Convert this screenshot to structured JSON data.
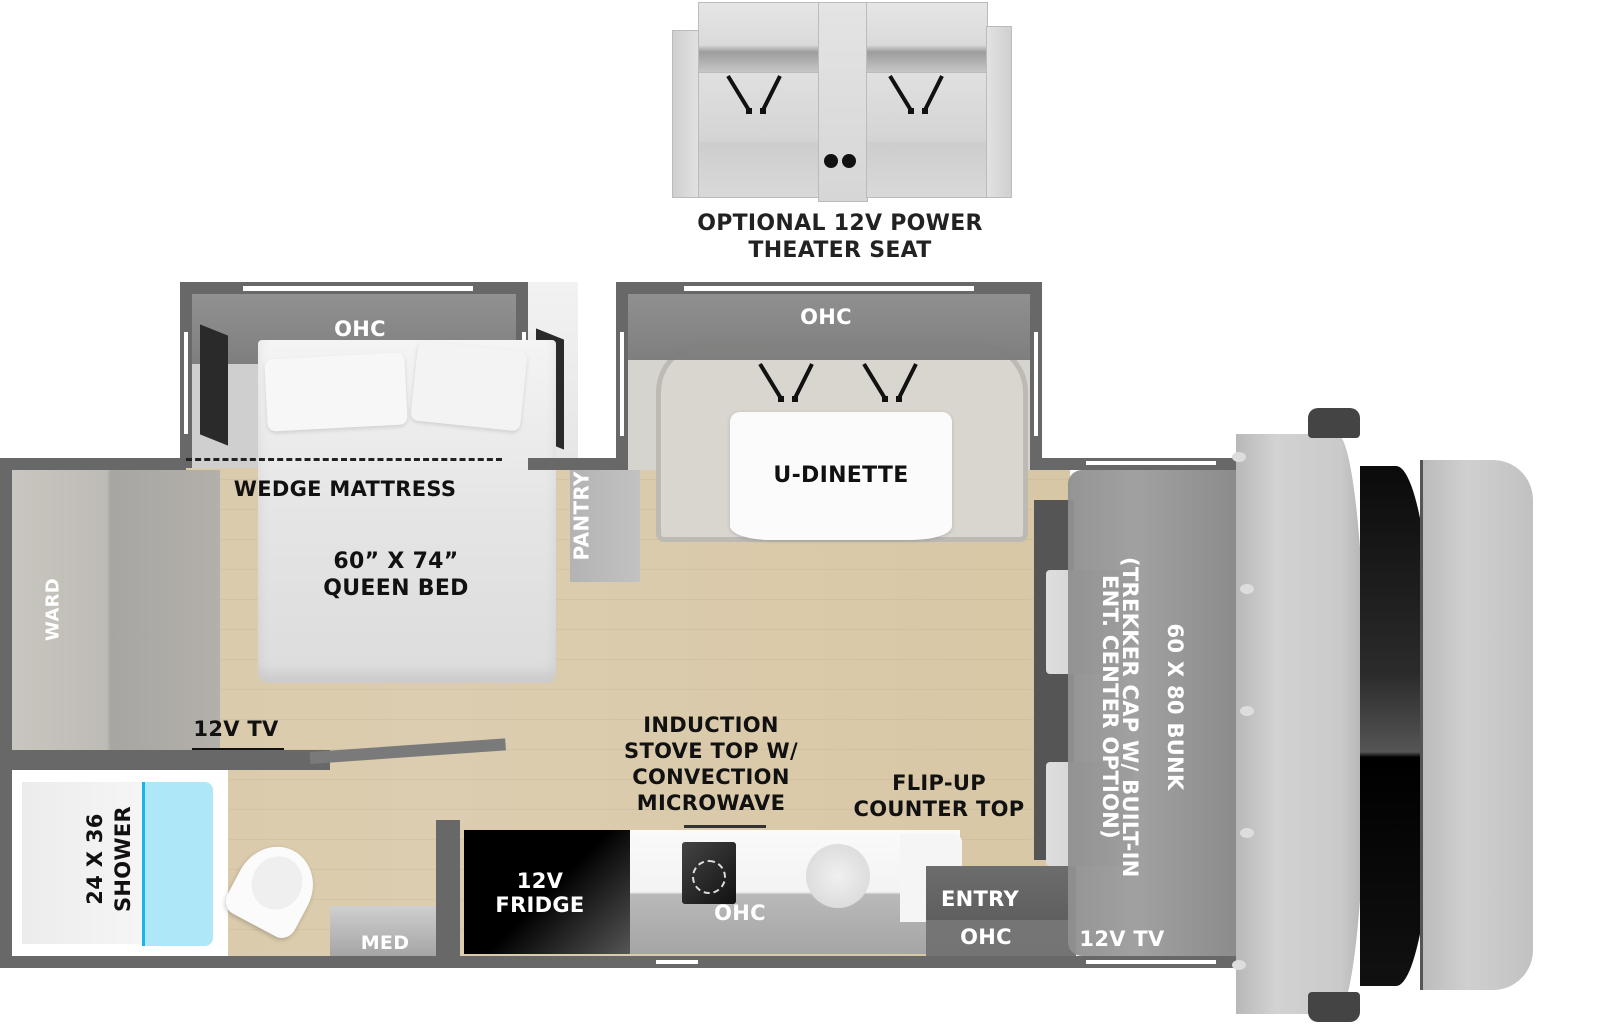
{
  "theater_seat": {
    "title_line1": "OPTIONAL 12V POWER",
    "title_line2": "THEATER SEAT"
  },
  "bedroom_slide": {
    "ohc_label": "OHC",
    "wedge_label": "WEDGE MATTRESS",
    "bed_size": "60” X 74”",
    "bed_label": "QUEEN BED"
  },
  "wardrobe": {
    "label": "WARD"
  },
  "pantry": {
    "label": "PANTRY"
  },
  "dinette_slide": {
    "ohc_label": "OHC",
    "table_label": "U-DINETTE"
  },
  "rear_tv": {
    "label": "12V TV"
  },
  "bath": {
    "shower_size": "24 X 36",
    "shower_label": "SHOWER",
    "med_label": "MED"
  },
  "kitchen": {
    "fridge_line1": "12V",
    "fridge_line2": "FRIDGE",
    "ohc_label": "OHC",
    "stove_line1": "INDUCTION",
    "stove_line2": "STOVE TOP W/",
    "stove_line3": "CONVECTION",
    "stove_line4": "MICROWAVE",
    "counter_line1": "FLIP-UP",
    "counter_line2": "COUNTER TOP"
  },
  "entry": {
    "entry_label": "ENTRY",
    "ohc_label": "OHC"
  },
  "cab": {
    "bunk_line1": "60 X 80 BUNK",
    "bunk_line2": "(TREKKER CAP W/ BUILT-IN",
    "bunk_line3": "ENT. CENTER OPTION)",
    "tv_label": "12V TV"
  },
  "colors": {
    "wall": "#686868",
    "floor": "#d9c9a8",
    "shower_glass": "#aee8f8",
    "shower_edge": "#19b5e6",
    "cab_body": "#c8c8c8",
    "windshield": "#111111"
  }
}
